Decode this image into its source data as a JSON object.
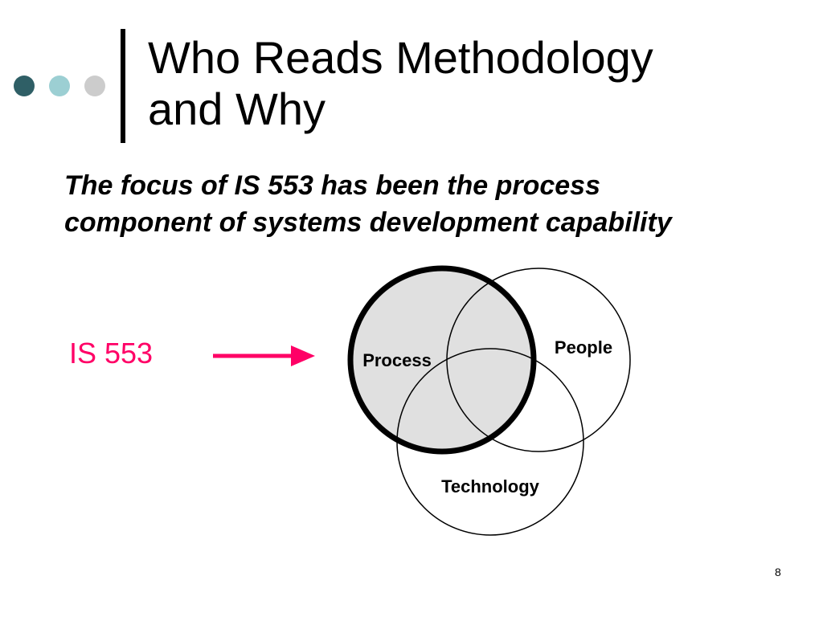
{
  "slide": {
    "title_lines": [
      "Who Reads Methodology",
      "and Why"
    ],
    "subtitle_lines": [
      "The focus of IS 553 has been the process",
      "component of systems development capability"
    ],
    "course_label": "IS 553",
    "page_number": "8"
  },
  "decor": {
    "dot_colors": [
      "#2f5f66",
      "#9ccfd3",
      "#cccccc"
    ]
  },
  "diagram": {
    "circles": [
      {
        "label": "Process",
        "highlighted": true
      },
      {
        "label": "People",
        "highlighted": false
      },
      {
        "label": "Technology",
        "highlighted": false
      }
    ],
    "arrow_color": "#ff0066",
    "highlight_fill": "#e0e0e0"
  }
}
